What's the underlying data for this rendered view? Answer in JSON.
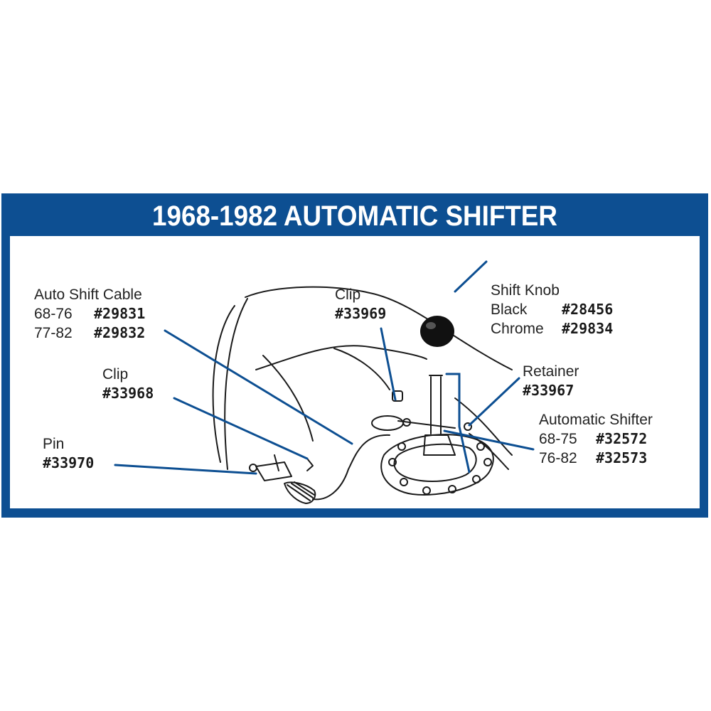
{
  "title": "1968-1982 AUTOMATIC SHIFTER",
  "colors": {
    "frame": "#0d4f92",
    "leader": "#0d4f92",
    "line_art": "#1a1a1a",
    "background": "#ffffff"
  },
  "callouts": {
    "auto_shift_cable": {
      "name": "Auto Shift Cable",
      "rows": [
        {
          "years": "68-76",
          "part": "#29831"
        },
        {
          "years": "77-82",
          "part": "#29832"
        }
      ]
    },
    "clip_33969": {
      "name": "Clip",
      "part": "#33969"
    },
    "shift_knob": {
      "name": "Shift Knob",
      "rows": [
        {
          "finish": "Black",
          "part": "#28456"
        },
        {
          "finish": "Chrome",
          "part": "#29834"
        }
      ]
    },
    "clip_33968": {
      "name": "Clip",
      "part": "#33968"
    },
    "retainer": {
      "name": "Retainer",
      "part": "#33967"
    },
    "automatic_shifter": {
      "name": "Automatic Shifter",
      "rows": [
        {
          "years": "68-75",
          "part": "#32572"
        },
        {
          "years": "76-82",
          "part": "#32573"
        }
      ]
    },
    "pin": {
      "name": "Pin",
      "part": "#33970"
    }
  }
}
